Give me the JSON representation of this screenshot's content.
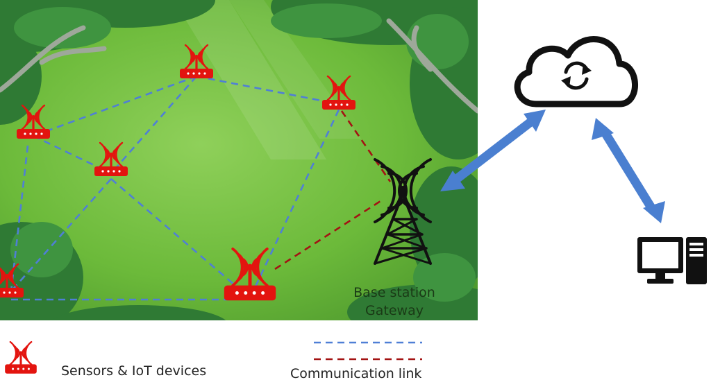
{
  "labels": {
    "base_station_line1": "Base station",
    "base_station_line2": "Gateway",
    "legend_sensors": "Sensors & IoT devices",
    "legend_link": "Communication link"
  },
  "colors": {
    "sensor": "#e3140f",
    "link_sensor": "#4f7fd6",
    "link_gateway": "#a31313",
    "arrow": "#4a7fd0",
    "forest": "#6cba3a",
    "canopy": "#2f7a34"
  },
  "icons": {
    "sensor": "sensor-router-icon",
    "tower": "radio-tower-icon",
    "cloud": "cloud-sync-icon",
    "computer": "desktop-computer-icon"
  }
}
